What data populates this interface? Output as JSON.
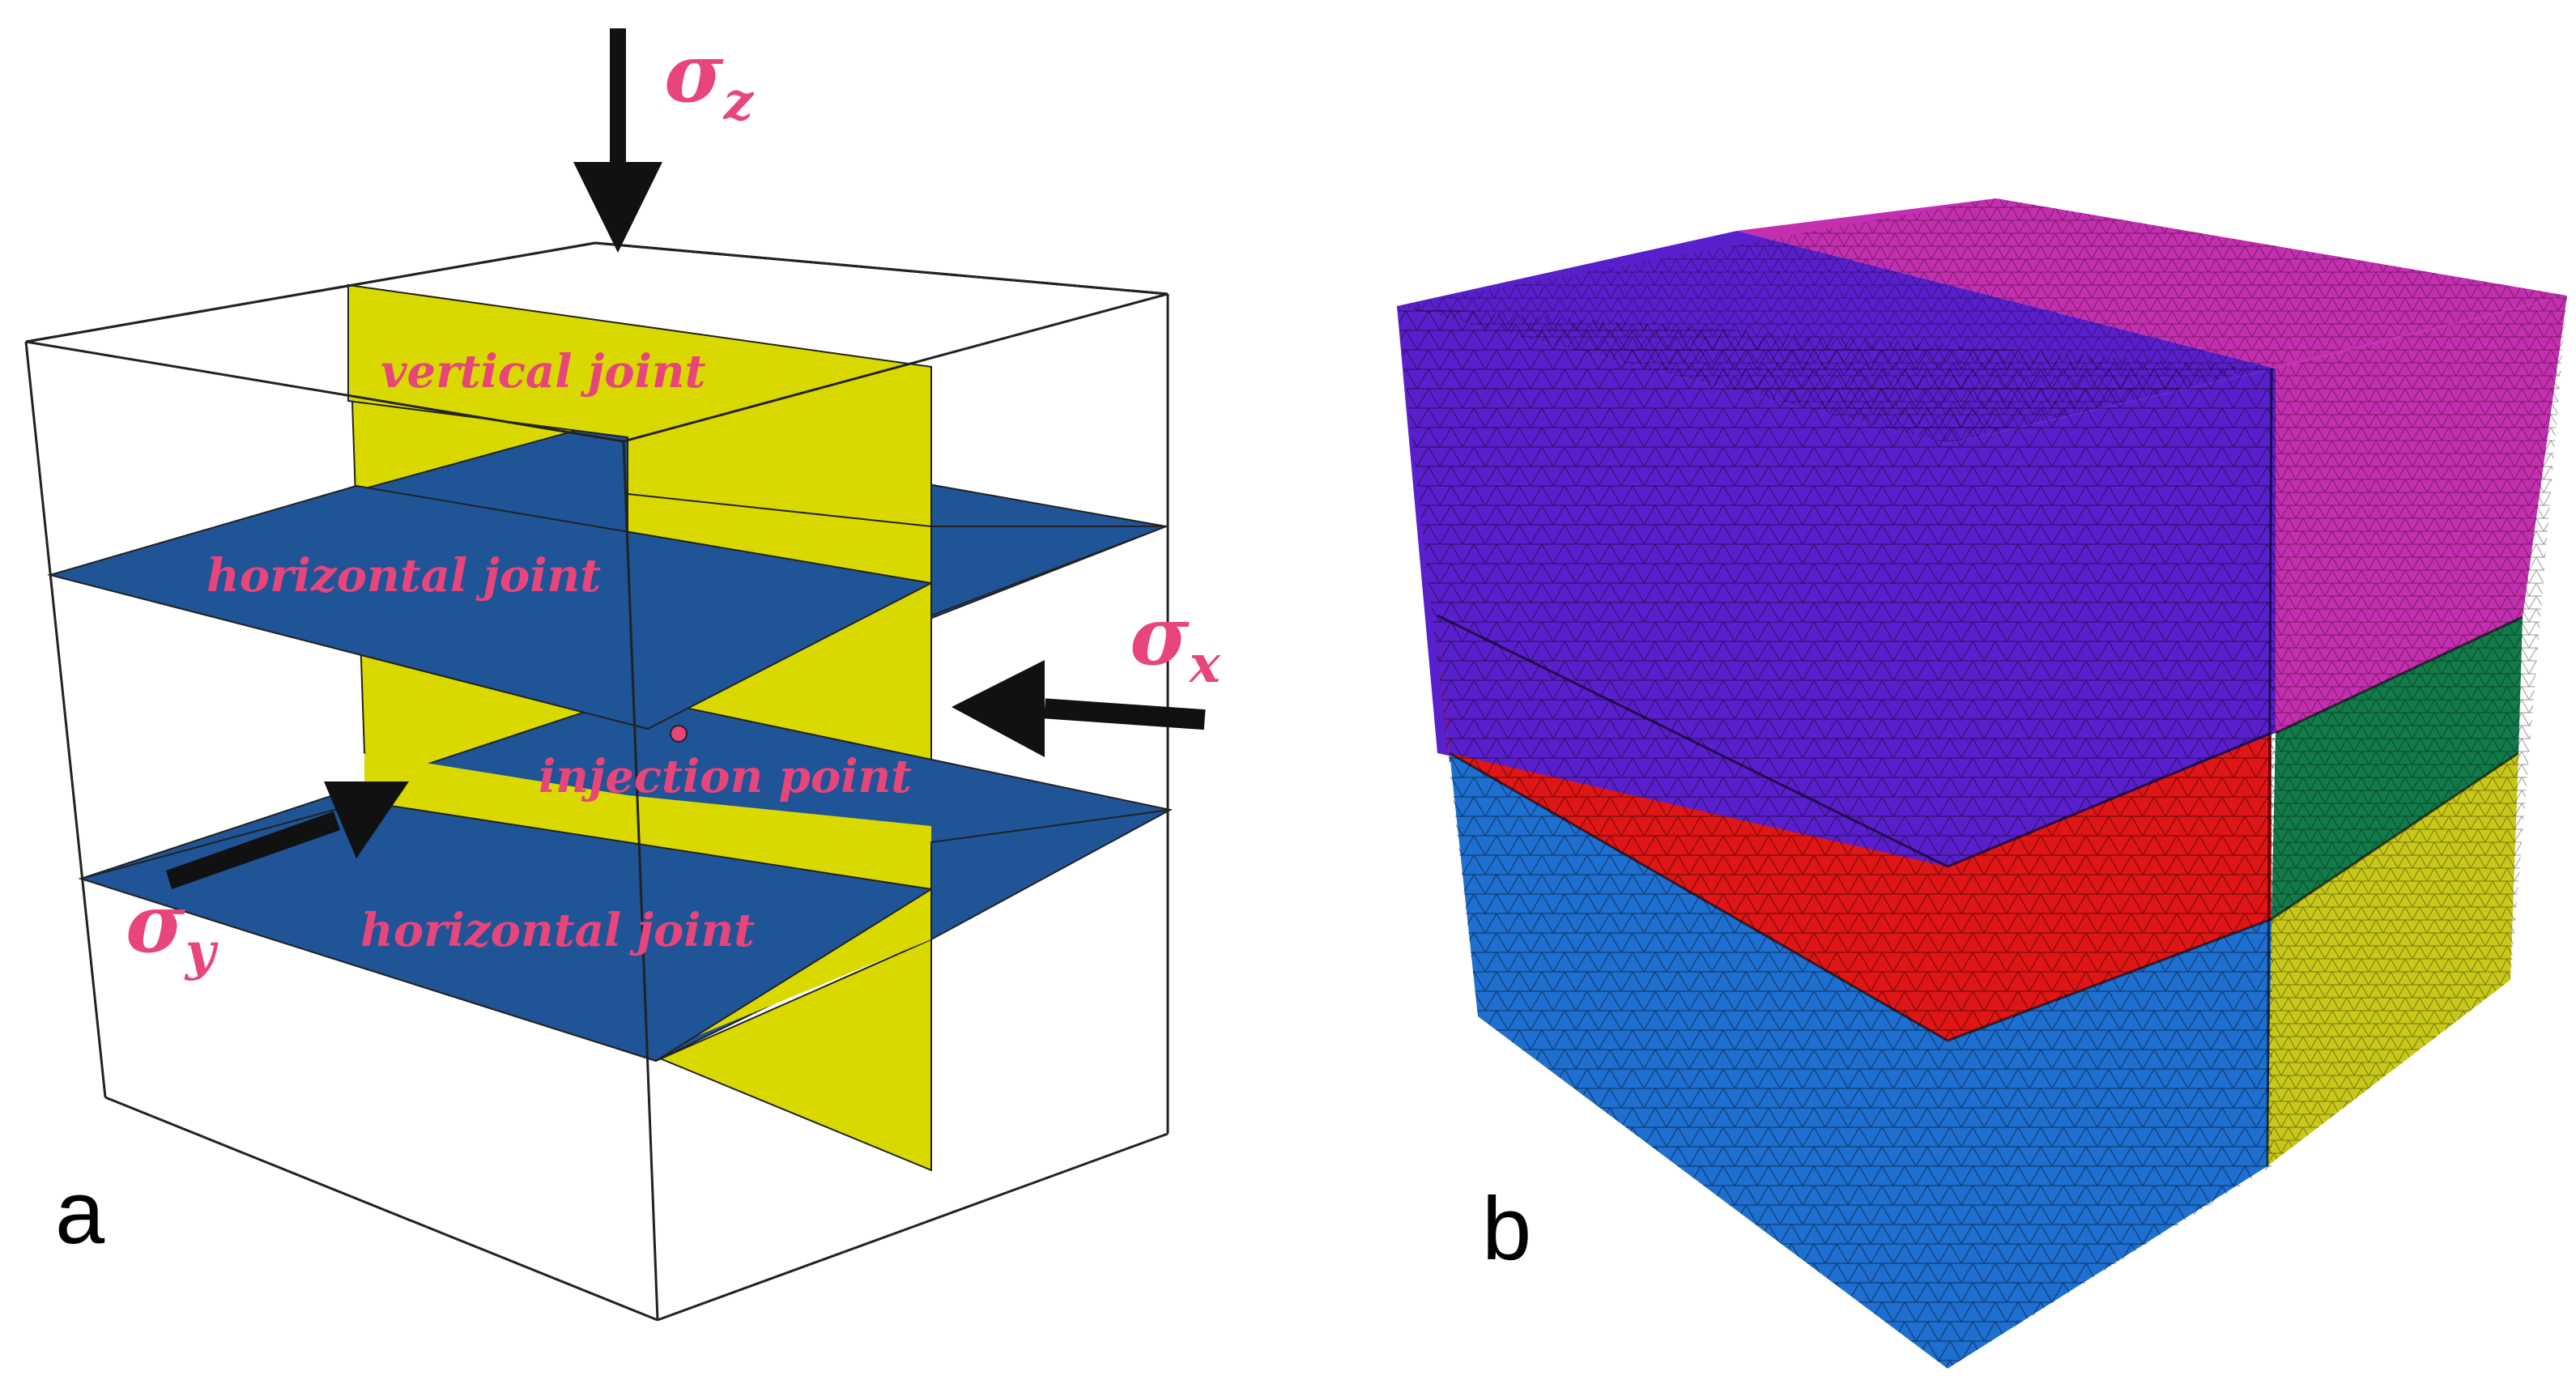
{
  "panel_a": {
    "letter": "a",
    "labels": {
      "vertical_joint": "vertical joint",
      "horizontal_joint_top": "horizontal joint",
      "horizontal_joint_bottom": "horizontal joint",
      "injection_point": "injection point"
    },
    "stresses": {
      "z": {
        "symbol": "σ",
        "subscript": "z"
      },
      "x": {
        "symbol": "σ",
        "subscript": "x"
      },
      "y": {
        "symbol": "σ",
        "subscript": "y"
      }
    }
  },
  "panel_b": {
    "letter": "b"
  },
  "colors": {
    "vertical_joint": "#d9d900",
    "horizontal_joint": "#1f5496",
    "label_pink": "#e8457a",
    "arrow": "#111111",
    "cube_edge": "#222222",
    "mesh_top_front": "#5a1fcc",
    "mesh_top_right": "#c42fb0",
    "mesh_middle_front": "#e01515",
    "mesh_middle_right": "#137a4a",
    "mesh_bottom_front": "#1e6fd0",
    "mesh_bottom_right": "#c8c81a"
  }
}
